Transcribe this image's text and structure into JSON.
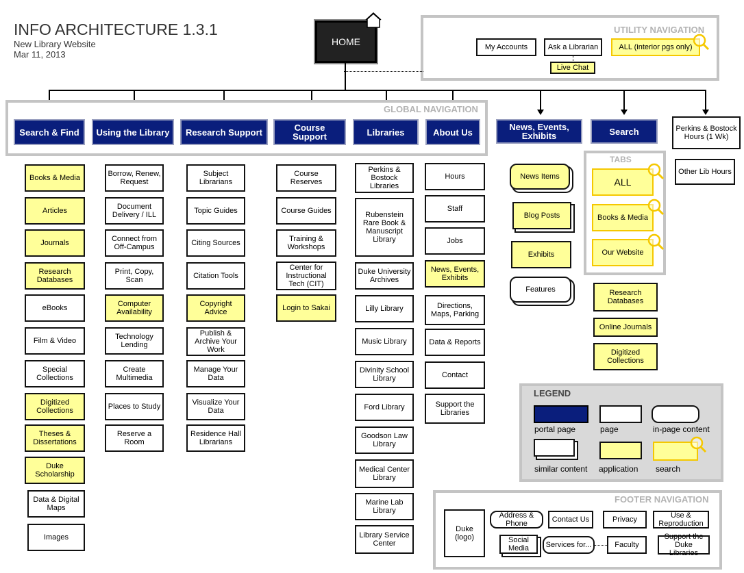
{
  "header": {
    "title": "INFO ARCHITECTURE 1.3.1",
    "subtitle": "New Library Website",
    "date": "Mar 11, 2013"
  },
  "home": "HOME",
  "utility": {
    "title": "UTILITY NAVIGATION",
    "my_accounts": "My Accounts",
    "ask": "Ask a Librarian",
    "all_search": "ALL (interior pgs only)",
    "live_chat": "Live Chat"
  },
  "global": {
    "title": "GLOBAL NAVIGATION",
    "items": [
      "Search & Find",
      "Using the Library",
      "Research Support",
      "Course Support",
      "Libraries",
      "About Us"
    ]
  },
  "extra_nav": {
    "news": "News, Events, Exhibits",
    "search": "Search",
    "hours": "Perkins & Bostock Hours (1 Wk)",
    "other_hours": "Other Lib Hours"
  },
  "search_find": [
    "Books & Media",
    "Articles",
    "Journals",
    "Research Databases",
    "eBooks",
    "Film & Video",
    "Special Collections",
    "Digitized Collections",
    "Theses & Dissertations",
    "Duke Scholarship",
    "Data & Digital Maps",
    "Images"
  ],
  "using_library": [
    "Borrow, Renew, Request",
    "Document Delivery / ILL",
    "Connect from Off-Campus",
    "Print, Copy, Scan",
    "Computer Availability",
    "Technology Lending",
    "Create Multimedia",
    "Places to Study",
    "Reserve a Room"
  ],
  "research_support": [
    "Subject Librarians",
    "Topic Guides",
    "Citing Sources",
    "Citation Tools",
    "Copyright Advice",
    "Publish & Archive Your Work",
    "Manage Your Data",
    "Visualize Your Data",
    "Residence Hall Librarians"
  ],
  "course_support": [
    "Course Reserves",
    "Course Guides",
    "Training & Workshops",
    "Center for Instructional Tech (CIT)",
    "Login to Sakai"
  ],
  "libraries": [
    "Perkins & Bostock Libraries",
    "Rubenstein Rare Book & Manuscript Library",
    "Duke University Archives",
    "Lilly Library",
    "Music Library",
    "Divinity School Library",
    "Ford Library",
    "Goodson Law Library",
    "Medical Center Library",
    "Marine Lab Library",
    "Library Service Center"
  ],
  "about_us": [
    "Hours",
    "Staff",
    "Jobs",
    "News, Events, Exhibits",
    "Directions, Maps, Parking",
    "Data & Reports",
    "Contact",
    "Support the Libraries"
  ],
  "news_items": [
    "News Items",
    "Blog Posts",
    "Exhibits",
    "Features"
  ],
  "tabs": {
    "title": "TABS",
    "items": [
      "ALL",
      "Books & Media",
      "Our Website"
    ]
  },
  "search_apps": [
    "Research Databases",
    "Online Journals",
    "Digitized Collections"
  ],
  "legend": {
    "title": "LEGEND",
    "portal": "portal page",
    "page": "page",
    "inpage": "in-page content",
    "similar": "similar content",
    "application": "application",
    "search": "search"
  },
  "footer": {
    "title": "FOOTER NAVIGATION",
    "duke": "Duke (logo)",
    "address": "Address & Phone",
    "contact": "Contact Us",
    "privacy": "Privacy",
    "use": "Use & Reproduction",
    "social": "Social Media",
    "services": "Services for...",
    "faculty": "Faculty",
    "support": "Support the Duke Libraries"
  },
  "colors": {
    "portal": "#0a1e7c",
    "application": "#ffff99",
    "search_border": "#f5c800",
    "panel_border": "#c4c4c4"
  }
}
